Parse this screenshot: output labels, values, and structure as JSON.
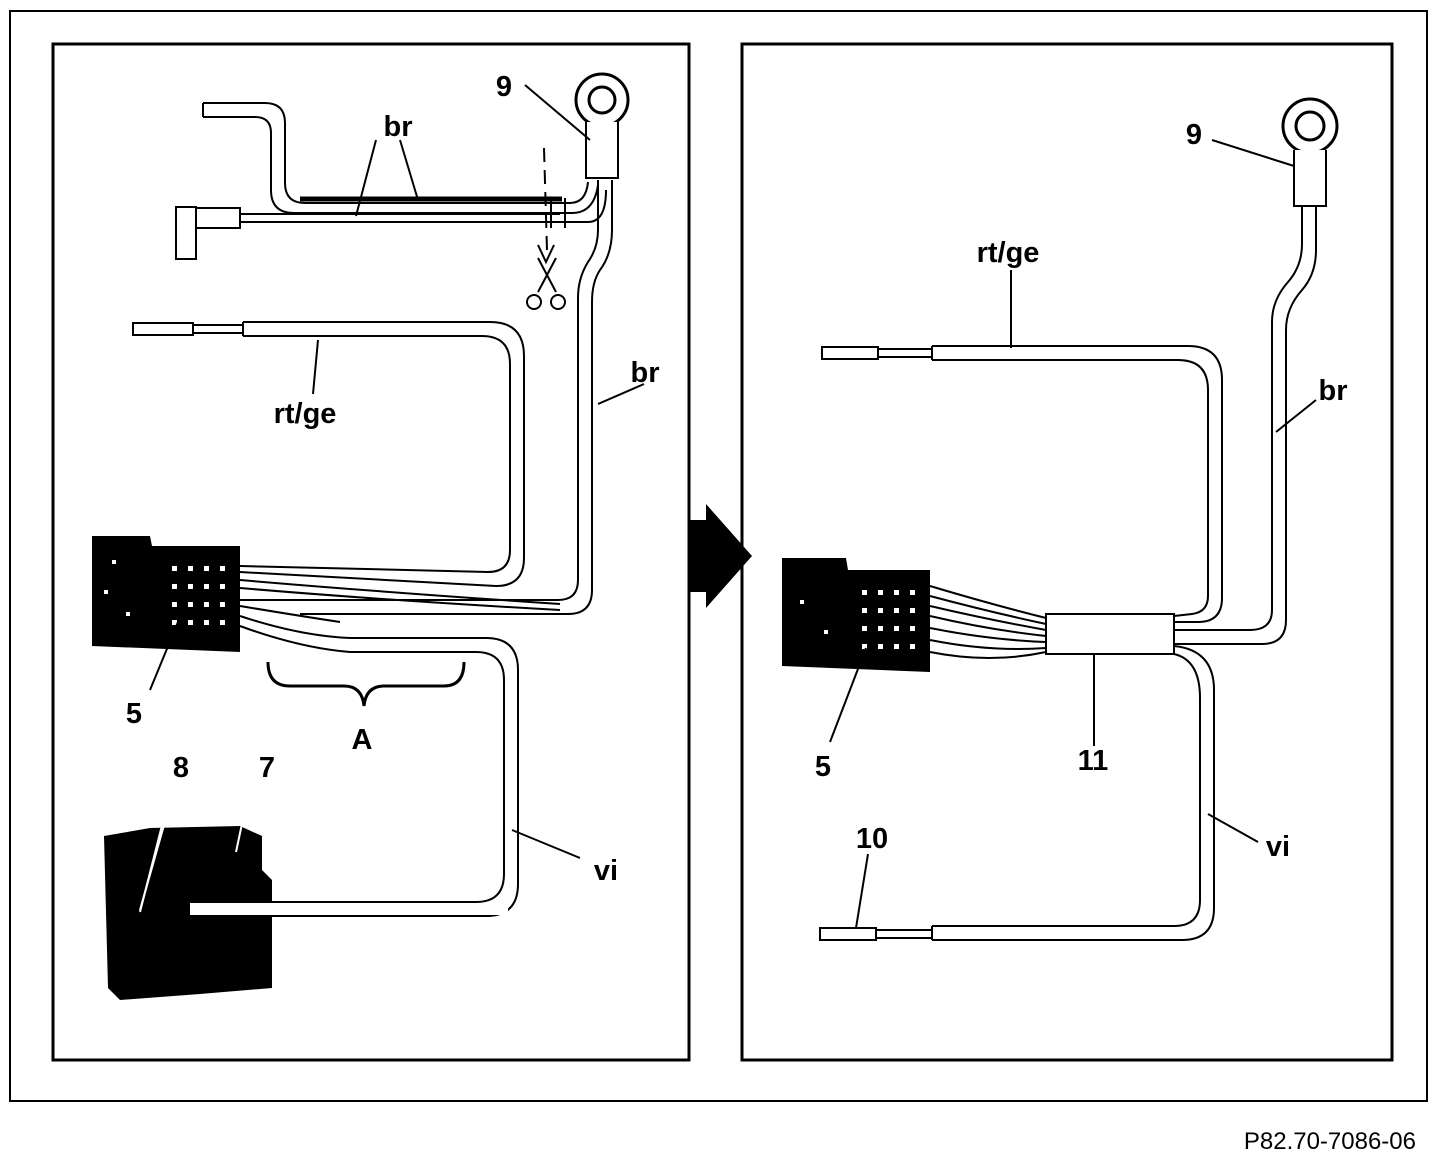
{
  "colors": {
    "ink": "#000000",
    "paper": "#ffffff"
  },
  "left_panel": {
    "labels": {
      "br_top": "br",
      "part9": "9",
      "rt_ge": "rt/ge",
      "br_right": "br",
      "part5": "5",
      "section_a": "A",
      "part8": "8",
      "part7": "7",
      "vi": "vi"
    },
    "icons": [
      "scissors-icon"
    ]
  },
  "right_panel": {
    "labels": {
      "part9": "9",
      "rt_ge": "rt/ge",
      "br": "br",
      "part5": "5",
      "part11": "11",
      "vi": "vi",
      "part10": "10"
    }
  },
  "transition_icon": "arrow-right-icon",
  "figure_ref": "P82.70-7086-06"
}
